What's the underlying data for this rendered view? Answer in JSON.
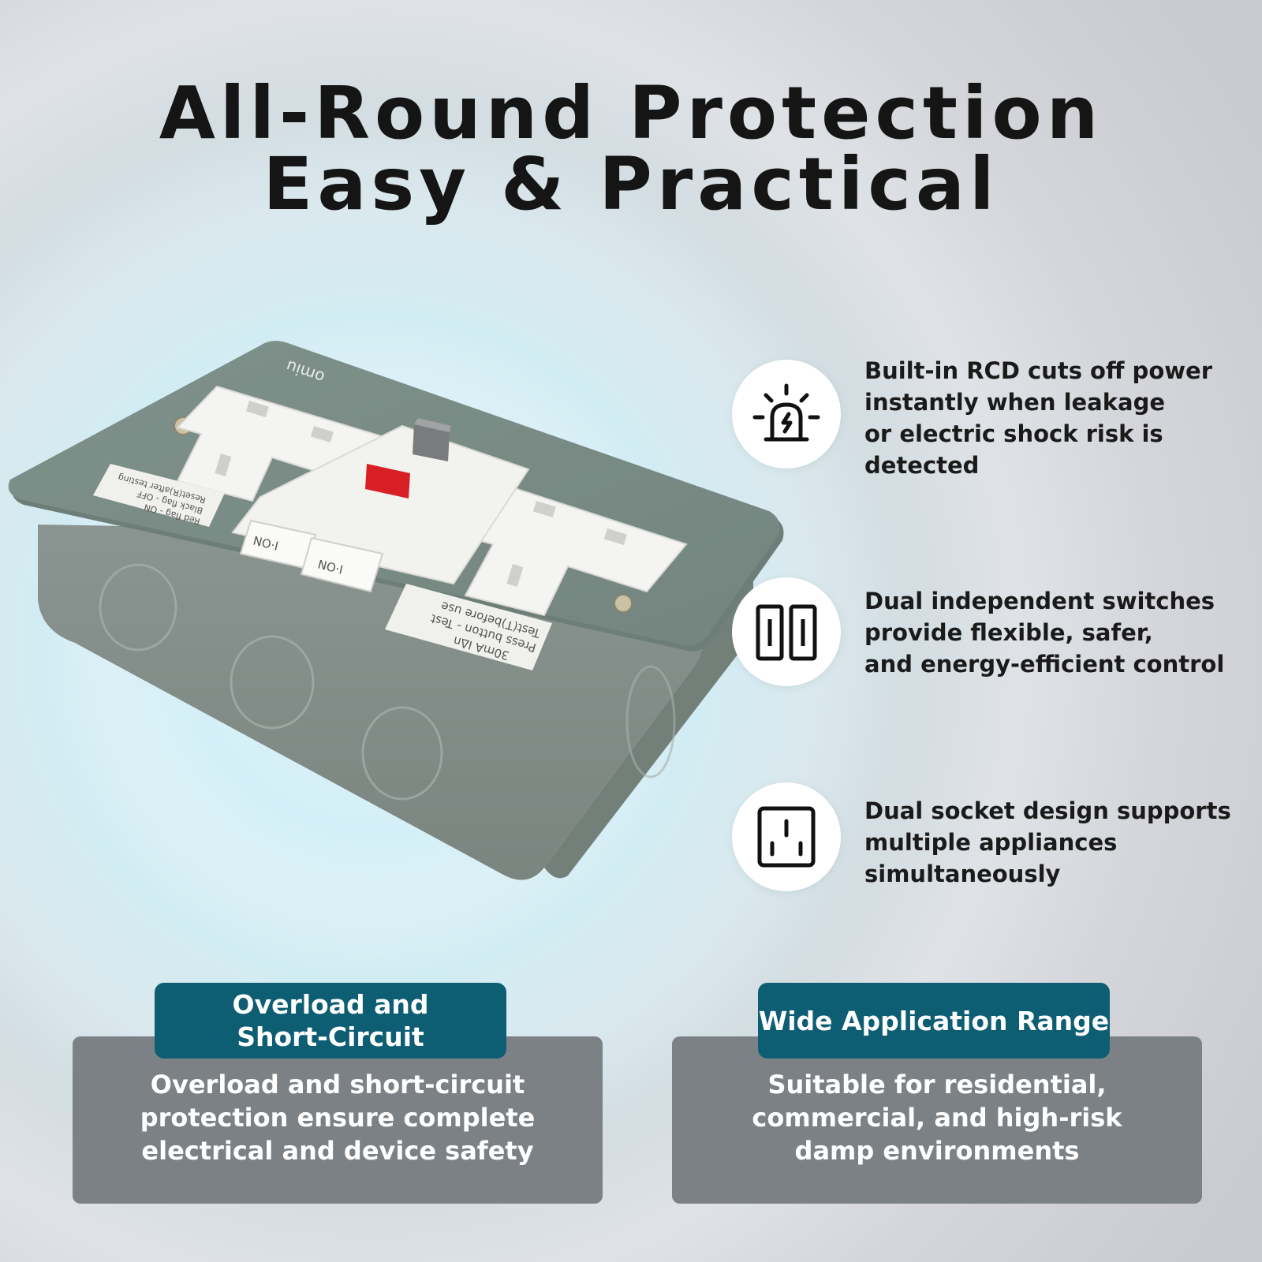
{
  "header": {
    "line1": "All-Round Protection",
    "line2": "Easy & Practical"
  },
  "product": {
    "brand": "omiu",
    "switch_left": "NO·I",
    "switch_right": "NO·I",
    "label_left": {
      "line1": "Red flag - ON",
      "line2": "Black flag - OFF",
      "line3": "Reset(R)after testing"
    },
    "label_right": {
      "line1": "30mA IΔn",
      "line2": "Press button - Test",
      "line3": "Test(T)before use"
    }
  },
  "features": [
    {
      "icon": "siren-alarm-icon",
      "text": "Built-in RCD cuts off power\ninstantly when leakage\nor electric shock risk is\ndetected"
    },
    {
      "icon": "dual-switch-icon",
      "text": "Dual independent switches\nprovide flexible, safer,\nand energy-efficient control"
    },
    {
      "icon": "socket-outlet-icon",
      "text": "Dual socket design supports\nmultiple appliances\nsimultaneously"
    }
  ],
  "cards": [
    {
      "tag": "Overload and\nShort-Circuit",
      "body": "Overload and short-circuit\nprotection ensure complete\nelectrical and device safety"
    },
    {
      "tag": "Wide Application Range",
      "body": "Suitable for residential,\ncommercial, and high-risk\ndamp environments"
    }
  ],
  "colors": {
    "tag_bg": "#0d5d73",
    "card_bg": "#7c8186",
    "device_green": "#7a8b85",
    "test_button_red": "#d81f26"
  }
}
